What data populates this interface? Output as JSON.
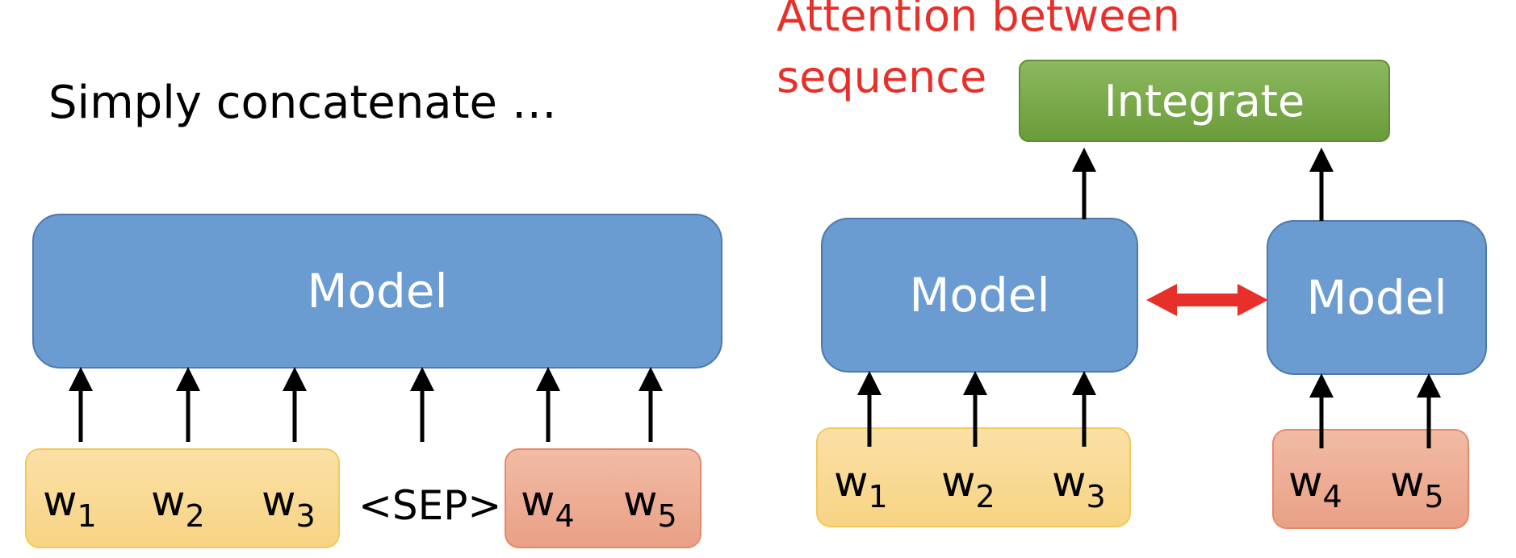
{
  "left_panel": {
    "title": "Simply concatenate …",
    "model_label": "Model",
    "tokens": [
      {
        "base": "w",
        "sub": "1"
      },
      {
        "base": "w",
        "sub": "2"
      },
      {
        "base": "w",
        "sub": "3"
      },
      {
        "base": "w",
        "sub": "4"
      },
      {
        "base": "w",
        "sub": "5"
      }
    ],
    "sep_label": "<SEP>"
  },
  "right_panel": {
    "title_line1": "Attention between",
    "title_line2": "sequence",
    "integrate_label": "Integrate",
    "model_left_label": "Model",
    "model_right_label": "Model",
    "tokens_left": [
      {
        "base": "w",
        "sub": "1"
      },
      {
        "base": "w",
        "sub": "2"
      },
      {
        "base": "w",
        "sub": "3"
      }
    ],
    "tokens_right": [
      {
        "base": "w",
        "sub": "4"
      },
      {
        "base": "w",
        "sub": "5"
      }
    ]
  },
  "colors": {
    "model_fill": "#6a9bd1",
    "integrate_fill": "#7aaa4a",
    "sequence_a_fill": "#f7d68a",
    "sequence_b_fill": "#edab91",
    "attention_arrow": "#e8302a",
    "title_red": "#e8302a"
  }
}
